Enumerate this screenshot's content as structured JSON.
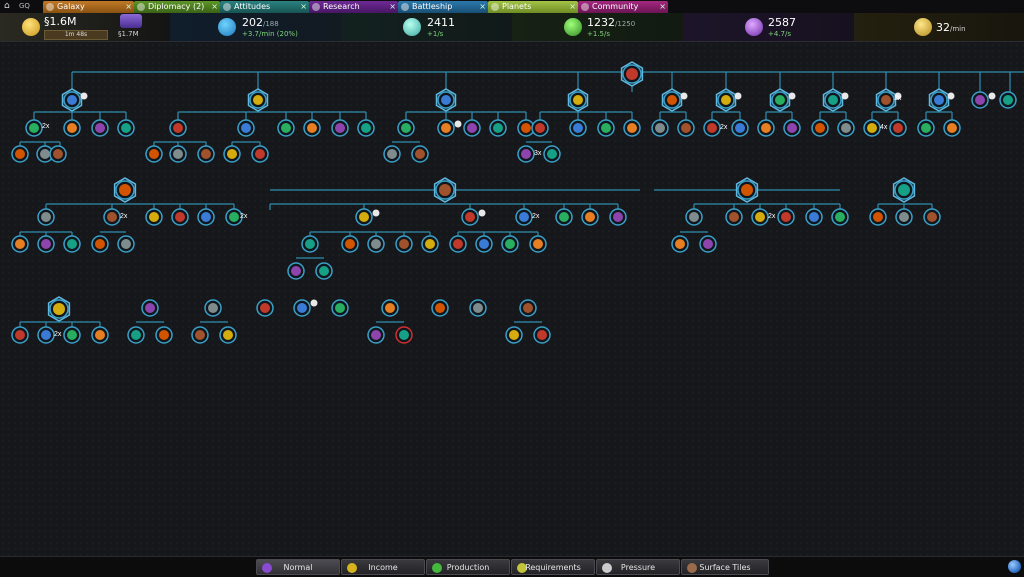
{
  "tabs": [
    {
      "label": "Galaxy",
      "color": "#a0641d"
    },
    {
      "label": "Diplomacy (2)",
      "color": "#4c7a1e"
    },
    {
      "label": "Attitudes",
      "color": "#1f6a69"
    },
    {
      "label": "Research",
      "color": "#5a1f7e"
    },
    {
      "label": "Battleship",
      "color": "#236591"
    },
    {
      "label": "Planets",
      "color": "#8aa83a"
    },
    {
      "label": "Community",
      "color": "#8a1e6e"
    }
  ],
  "tabbar": {
    "gq": "GQ",
    "close": "×"
  },
  "resources": {
    "credits": {
      "value": "§1.6M",
      "timer": "1m 48s",
      "sub": "§1.7M"
    },
    "population": {
      "value": "202",
      "max": "/188",
      "rate": "+3.7/min (20%)"
    },
    "energy": {
      "value": "2411",
      "rate": "+1/s"
    },
    "research": {
      "value": "1232",
      "max": "/1250",
      "rate": "+1.5/s"
    },
    "influence": {
      "value": "2587",
      "rate": "+4.7/s"
    },
    "gold": {
      "value": "32",
      "unit": "/min"
    }
  },
  "tree": {
    "badges": {
      "x2": "2x",
      "x3": "3x",
      "x4": "4x"
    }
  },
  "bottom": {
    "buttons": [
      {
        "label": "Normal",
        "color": "#8a4bd0"
      },
      {
        "label": "Income",
        "color": "#d6b41c"
      },
      {
        "label": "Production",
        "color": "#45b83e"
      },
      {
        "label": "Requirements",
        "color": "#c4c43a"
      },
      {
        "label": "Pressure",
        "color": "#cccccc"
      },
      {
        "label": "Surface Tiles",
        "color": "#9a6b4a"
      }
    ]
  }
}
